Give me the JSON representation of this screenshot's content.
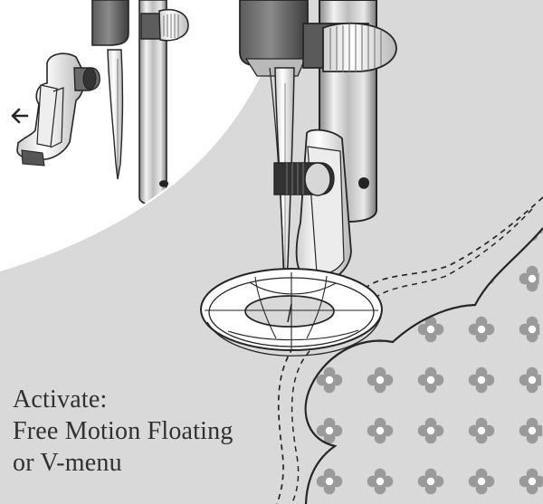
{
  "caption": {
    "line_1": "Activate:",
    "line_2": "Free Motion Floating",
    "line_3": "or V-menu"
  },
  "icons": {
    "removal_direction": "left-arrow-icon",
    "fabric_print": "four-petal-flower-icon"
  },
  "colors": {
    "background": "#d9d9d9",
    "inset_background": "#ffffff",
    "line_art": "#252525",
    "fabric_background": "#ffffff",
    "fabric_pattern": "#9a9a9a",
    "caption_text": "#303030"
  }
}
